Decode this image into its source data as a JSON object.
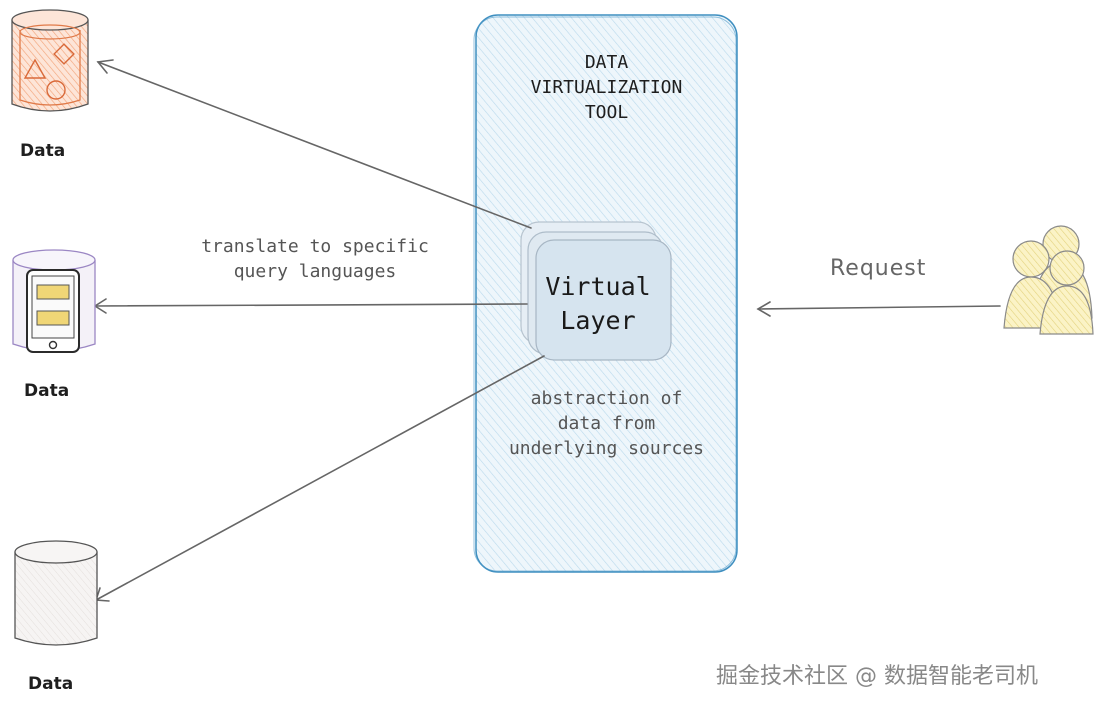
{
  "tool": {
    "title_lines": [
      "DATA",
      "VIRTUALIZATION",
      "TOOL"
    ],
    "virtual_layer_lines": [
      "Virtual",
      "Layer"
    ],
    "abstraction_lines": [
      "abstraction of",
      "data from",
      "underlying sources"
    ]
  },
  "translate_lines": [
    "translate to specific",
    "query languages"
  ],
  "request_label": "Request",
  "sources": [
    {
      "label": "Data",
      "icon": "orange-shapes-database-icon",
      "color": "#f08a56"
    },
    {
      "label": "Data",
      "icon": "tablet-database-icon",
      "color": "#9b87c4"
    },
    {
      "label": "Data",
      "icon": "plain-database-icon",
      "color": "#a8a8a8"
    }
  ],
  "watermark": "掘金技术社区 @ 数据智能老司机",
  "colors": {
    "tool_border": "#3f8fc0",
    "tool_fill": "#dcedf7",
    "arrow": "#666666",
    "users": "#f2e6a6"
  }
}
